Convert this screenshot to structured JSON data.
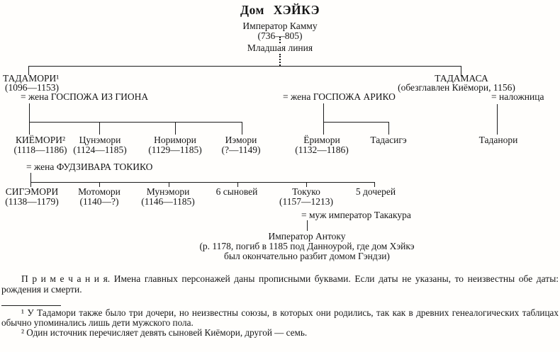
{
  "page": {
    "title": "Дом ХЭЙКЭ"
  },
  "tree": {
    "root": {
      "name": "Император Камму",
      "dates": "(736—805)"
    },
    "branch_label": "Младшая линия",
    "tadamori": {
      "name": "ТАДАМОРИ¹",
      "dates": "(1096—1153)",
      "wife_gion": "= жена ГОСПОЖА ИЗ ГИОНА",
      "wife_ariko": "= жена ГОСПОЖА АРИКО"
    },
    "tadamasa": {
      "name": "ТАДАМАСА",
      "note": "(обезглавлен Киёмори, 1156)",
      "concubine": "= наложница"
    },
    "children_gion": [
      {
        "name": "КИЁМОРИ²",
        "dates": "(1118—1186)"
      },
      {
        "name": "Цунэмори",
        "dates": "(1124—1185)"
      },
      {
        "name": "Норимори",
        "dates": "(1129—1185)"
      },
      {
        "name": "Иэмори",
        "dates": "(?—1149)"
      }
    ],
    "children_ariko": [
      {
        "name": "Ёримори",
        "dates": "(1132—1186)"
      },
      {
        "name": "Тадасигэ"
      }
    ],
    "children_concubine": [
      {
        "name": "Таданори"
      }
    ],
    "kiyomori_wife": "= жена ФУДЗИВАРА ТОКИКО",
    "children_kiyomori": [
      {
        "name": "СИГЭМОРИ",
        "dates": "(1138—1179)"
      },
      {
        "name": "Мотомори",
        "dates": "(1140—?)"
      },
      {
        "name": "Мунэмори",
        "dates": "(1146—1185)"
      },
      {
        "name": "6 сыновей"
      },
      {
        "name": "Токуко",
        "dates": "(1157—1213)"
      },
      {
        "name": "5 дочерей"
      }
    ],
    "tokuko_husband": "= муж император Такакура",
    "antoku": {
      "name": "Император Антоку",
      "note_line1": "(р. 1178, погиб в 1185 под Данноурой, где дом Хэйкэ",
      "note_line2": "был окончательно разбит домом Гэндзи)"
    }
  },
  "notes": {
    "label": "П р и м е ч а н и я.",
    "text": "Имена главных персонажей даны прописными буквами. Если даты не указаны, то неизвестны обе даты: рождения и смерти."
  },
  "footnotes": [
    "¹ У Тадамори также было три дочери, но неизвестны союзы, в которых они родились, так как в древних генеалогических таблицах обычно упоминались лишь дети мужского пола.",
    "² Один источник перечисляет девять сыновей Киёмори, другой — семь."
  ]
}
